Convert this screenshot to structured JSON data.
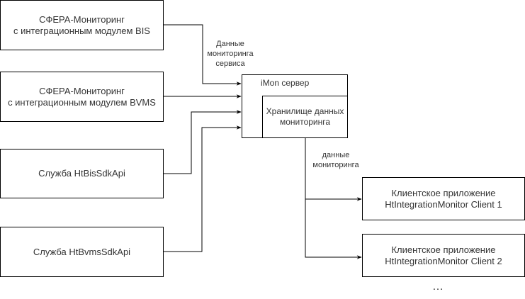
{
  "sources": [
    {
      "id": "sfera-bis",
      "label": "СФЕРА-Мониторинг\nс интеграционным модулем BIS"
    },
    {
      "id": "sfera-bvms",
      "label": "СФЕРА-Мониторинг\nс интеграционным модулем BVMS"
    },
    {
      "id": "service-htbis",
      "label": "Служба HtBisSdkApi"
    },
    {
      "id": "service-htbvms",
      "label": "Служба HtBvmsSdkApi"
    }
  ],
  "edge_labels": {
    "service_data": "Данные\nмониторинга\nсервиса",
    "monitoring_data": "данные\nмониторинга"
  },
  "server": {
    "title": "iMon сервер",
    "storage": "Хранилище данных\nмониторинга"
  },
  "clients": [
    {
      "id": "client-1",
      "label": "Клиентское приложение\nHtIntegrationMonitor Client 1"
    },
    {
      "id": "client-2",
      "label": "Клиентское приложение\nHtIntegrationMonitor Client 2"
    }
  ],
  "more_clients": "…",
  "colors": {
    "stroke": "#000000",
    "text": "#333333",
    "background": "#ffffff"
  }
}
